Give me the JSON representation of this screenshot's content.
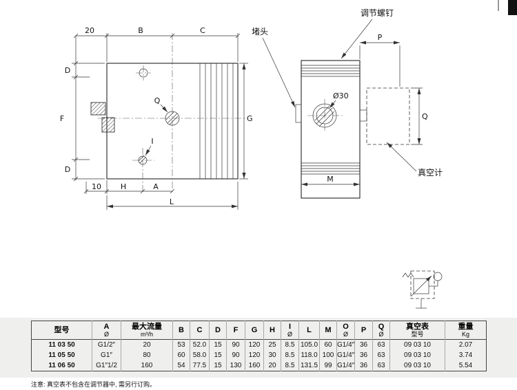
{
  "fv": {
    "d20": "20",
    "B": "B",
    "C": "C",
    "D1": "D",
    "F": "F",
    "D2": "D",
    "G": "G",
    "d10": "10",
    "H": "H",
    "A": "A",
    "L": "L",
    "Q": "Q",
    "I": "I"
  },
  "sv": {
    "plug": "堵头",
    "screw": "调节螺钉",
    "P": "P",
    "dia": "Ø30",
    "Q": "Q",
    "M": "M",
    "gauge": "真空计"
  },
  "table": {
    "headers": [
      {
        "a": "型号",
        "b": ""
      },
      {
        "a": "A",
        "b": "Ø"
      },
      {
        "a": "最大流量",
        "b": "m³/h"
      },
      {
        "a": "B",
        "b": ""
      },
      {
        "a": "C",
        "b": ""
      },
      {
        "a": "D",
        "b": ""
      },
      {
        "a": "F",
        "b": ""
      },
      {
        "a": "G",
        "b": ""
      },
      {
        "a": "H",
        "b": ""
      },
      {
        "a": "I",
        "b": "Ø"
      },
      {
        "a": "L",
        "b": ""
      },
      {
        "a": "M",
        "b": ""
      },
      {
        "a": "O",
        "b": "Ø"
      },
      {
        "a": "P",
        "b": ""
      },
      {
        "a": "Q",
        "b": "Ø"
      },
      {
        "a": "真空表",
        "b": "型号"
      },
      {
        "a": "重量",
        "b": "Kg"
      }
    ],
    "rows": [
      [
        "11 03 50",
        "G1/2″",
        "20",
        "53",
        "52.0",
        "15",
        "90",
        "120",
        "25",
        "8.5",
        "105.0",
        "60",
        "G1/4″",
        "36",
        "63",
        "09 03 10",
        "2.07"
      ],
      [
        "11 05 50",
        "G1″",
        "80",
        "60",
        "58.0",
        "15",
        "90",
        "120",
        "30",
        "8.5",
        "118.0",
        "100",
        "G1/4″",
        "36",
        "63",
        "09 03 10",
        "3.74"
      ],
      [
        "11 06 50",
        "G1″1/2",
        "160",
        "54",
        "77.5",
        "15",
        "130",
        "160",
        "20",
        "8.5",
        "131.5",
        "99",
        "G1/4″",
        "36",
        "63",
        "09 03 10",
        "5.54"
      ]
    ]
  },
  "note": "注意: 真空表不包含在调节器中, 需另行订购。"
}
